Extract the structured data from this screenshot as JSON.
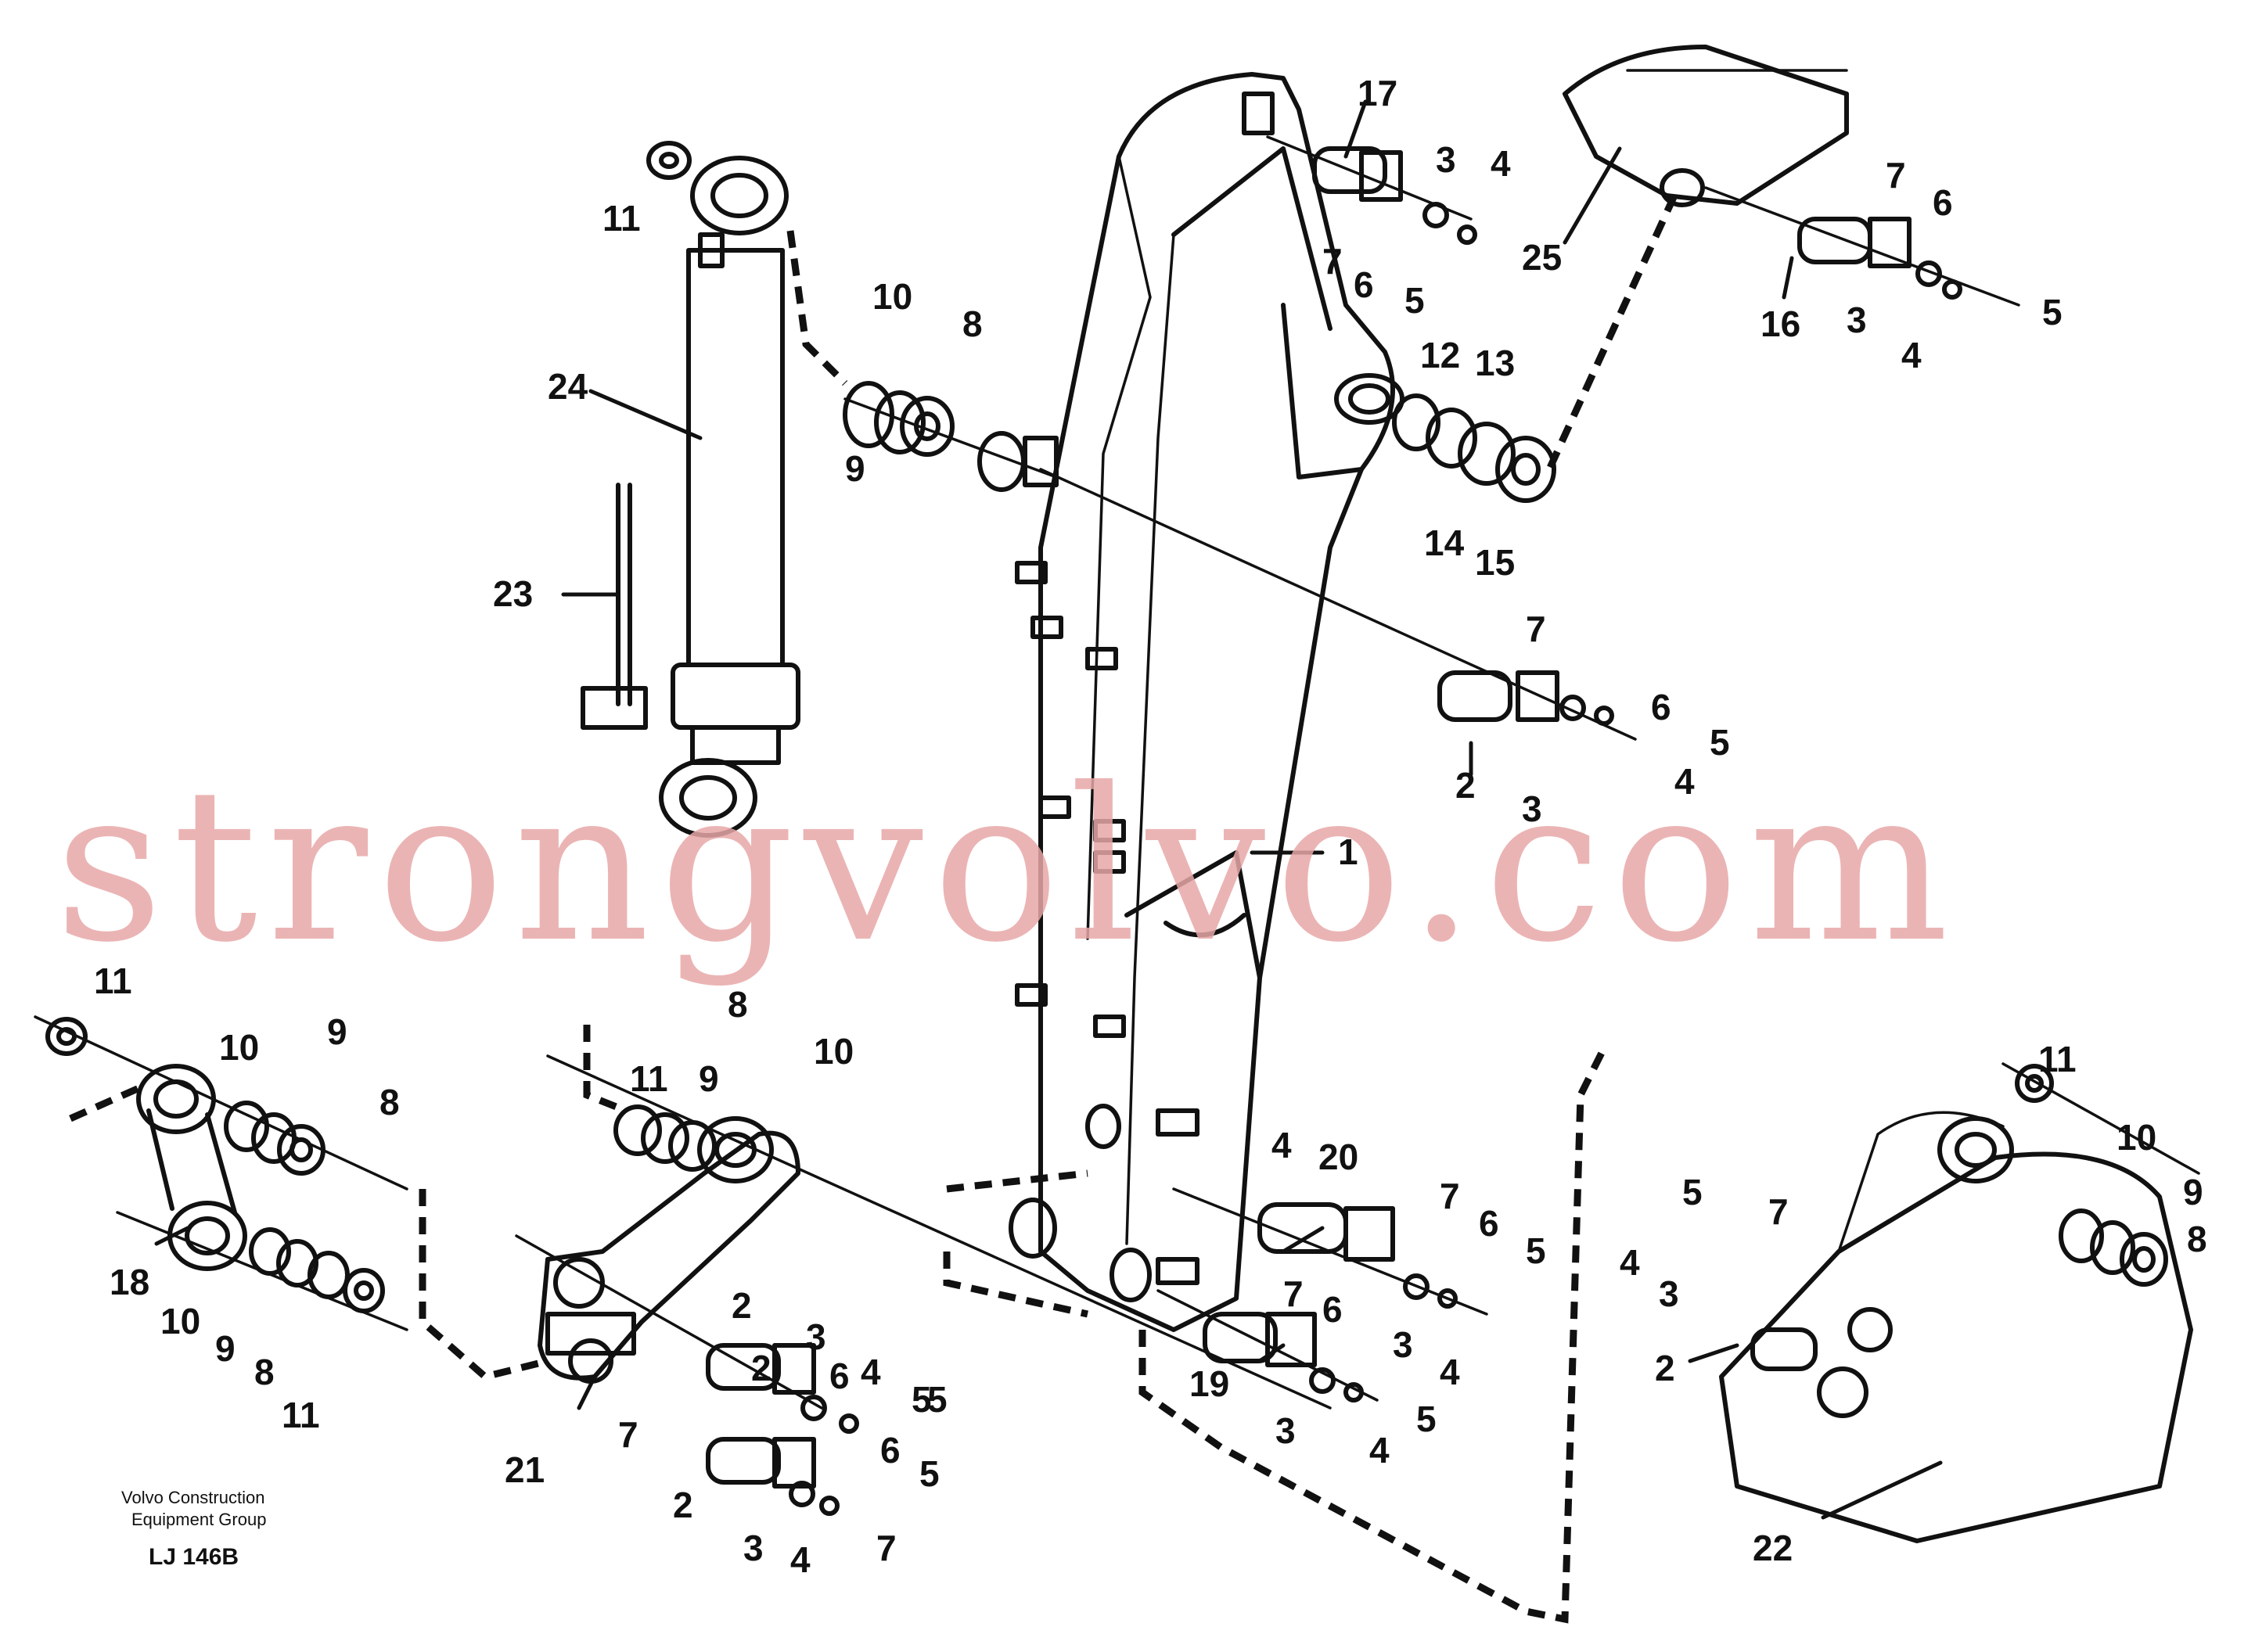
{
  "caption": {
    "line1": "Volvo Construction",
    "line2": "Equipment Group",
    "code": "LJ 146B"
  },
  "watermark": "strongvolvo.com",
  "colors": {
    "line": "#111111",
    "watermark": "#e8a7a7",
    "background": "#ffffff"
  },
  "callouts": [
    "1",
    "2",
    "2",
    "2",
    "2",
    "2",
    "3",
    "3",
    "3",
    "3",
    "3",
    "3",
    "3",
    "3",
    "4",
    "4",
    "4",
    "4",
    "4",
    "4",
    "4",
    "4",
    "4",
    "5",
    "5",
    "5",
    "5",
    "5",
    "5",
    "5",
    "5",
    "5",
    "6",
    "6",
    "6",
    "6",
    "6",
    "6",
    "6",
    "7",
    "7",
    "7",
    "7",
    "7",
    "7",
    "7",
    "7",
    "8",
    "8",
    "8",
    "8",
    "8",
    "9",
    "9",
    "9",
    "9",
    "9",
    "10",
    "10",
    "10",
    "10",
    "10",
    "11",
    "11",
    "11",
    "11",
    "11",
    "11",
    "12",
    "13",
    "14",
    "15",
    "16",
    "17",
    "18",
    "19",
    "20",
    "21",
    "22",
    "23",
    "24",
    "25"
  ]
}
